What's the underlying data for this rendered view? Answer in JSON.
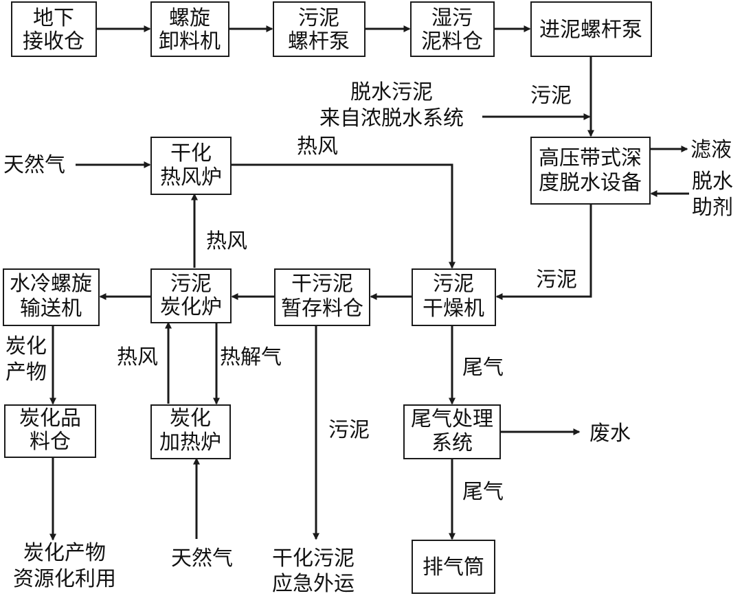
{
  "nodes": {
    "underground_bin": [
      "地下",
      "接收仓"
    ],
    "screw_unloader": [
      "螺旋",
      "卸料机"
    ],
    "screw_pump": [
      "污泥",
      "螺杆泵"
    ],
    "wet_bin": [
      "湿污",
      "泥料仓"
    ],
    "feed_pump": [
      "进泥螺杆泵"
    ],
    "dewater_equipment": [
      "高压带式深",
      "度脱水设备"
    ],
    "hot_air_furnace": [
      "干化",
      "热风炉"
    ],
    "dryer": [
      "污泥",
      "干燥机"
    ],
    "dry_bin": [
      "干污泥",
      "暂存料仓"
    ],
    "carbonization_furnace": [
      "污泥",
      "炭化炉"
    ],
    "water_cooled_conveyor": [
      "水冷螺旋",
      "输送机"
    ],
    "char_bin": [
      "炭化品",
      "料仓"
    ],
    "carbonization_heater": [
      "炭化",
      "加热炉"
    ],
    "tail_gas_system": [
      "尾气处理",
      "系统"
    ],
    "stack": [
      "排气筒"
    ]
  },
  "labels": {
    "dewatered_sludge": [
      "脱水污泥",
      "来自浓脱水系统"
    ],
    "sludge_into_dewater": "污泥",
    "filtrate": "滤液",
    "dewater_aid": [
      "脱水",
      "助剂"
    ],
    "natural_gas_top": "天然气",
    "hot_air_top": "热风",
    "sludge_to_dryer": "污泥",
    "hot_air_mid": "热风",
    "char_product": [
      "炭化",
      "产物"
    ],
    "hot_air_low": "热风",
    "pyrolysis_gas": "热解气",
    "sludge_down": "污泥",
    "tail_gas_1": "尾气",
    "wastewater": "废水",
    "tail_gas_2": "尾气",
    "char_reuse": [
      "炭化产物",
      "资源化利用"
    ],
    "natural_gas_bottom": "天然气",
    "dried_sludge_out": [
      "干化污泥",
      "应急外运"
    ]
  }
}
